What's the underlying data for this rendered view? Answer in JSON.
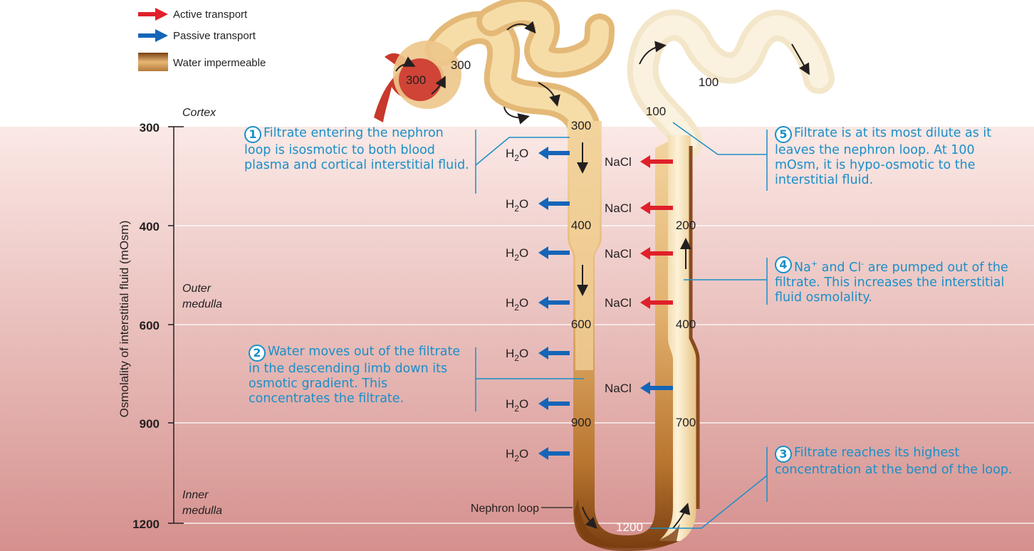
{
  "legend": [
    {
      "label": "Active transport",
      "color": "#e0202a"
    },
    {
      "label": "Passive transport",
      "color": "#1565b8"
    },
    {
      "label": "Water impermeable",
      "color": "#a5652b"
    }
  ],
  "y_axis": {
    "label": "Osmolality of interstitial fluid (mOsm)",
    "ticks": [
      "300",
      "400",
      "600",
      "900",
      "1200"
    ]
  },
  "zones": [
    "Cortex",
    "Outer medulla",
    "Inner medulla"
  ],
  "tubule_values": {
    "glomerulus": "300",
    "capsule": "300",
    "dct": "100",
    "ascending_top": "100",
    "descending": [
      "300",
      "400",
      "600",
      "900"
    ],
    "ascending": [
      "200",
      "400",
      "700"
    ],
    "bend": "1200"
  },
  "water_label": "H",
  "water_sub": "2",
  "water_suffix": "O",
  "nacl_label": "NaCl",
  "nephron_loop_label": "Nephron loop",
  "steps": [
    {
      "num": "1",
      "text": "Filtrate entering the nephron loop is isosmotic to both blood plasma and cortical interstitial fluid."
    },
    {
      "num": "2",
      "text": "Water moves out of the filtrate in the descending limb down its osmotic gradient. This concentrates the filtrate."
    },
    {
      "num": "3",
      "text": "Filtrate reaches its highest concentration at the bend of the loop."
    },
    {
      "num": "4",
      "text_parts": [
        "Na",
        "+",
        " and Cl",
        "-",
        " are pumped out of the filtrate. This increases the interstitial fluid osmolality."
      ]
    },
    {
      "num": "5",
      "text": "Filtrate is at its most dilute as it leaves the nephron loop. At 100 mOsm, it is hypo-osmotic to the interstitial fluid."
    }
  ]
}
